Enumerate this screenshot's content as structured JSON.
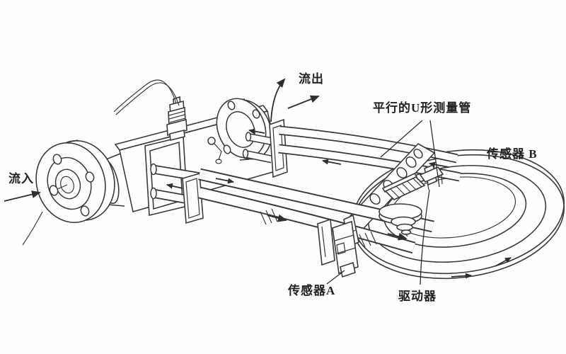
{
  "diagram": {
    "labels": {
      "flow_in": "流入",
      "flow_out": "流出",
      "u_tubes": "平行的U形测量管",
      "sensor_b": "传感器 B",
      "sensor_a": "传感器A",
      "driver": "驱动器"
    },
    "colors": {
      "line": "#3a3a3a",
      "background": "#fefefe",
      "text": "#222222"
    }
  }
}
